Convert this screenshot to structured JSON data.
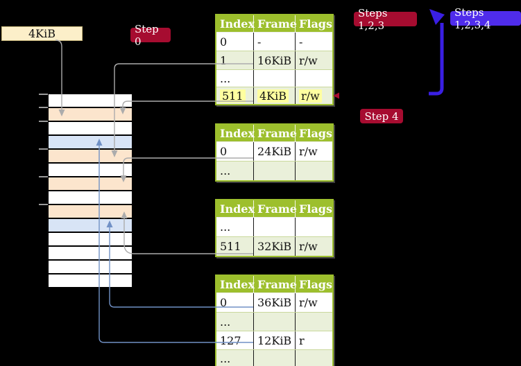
{
  "address_box": {
    "label": "4KiB"
  },
  "badges": {
    "step0": "Step 0",
    "steps123": "Steps 1,2,3",
    "steps1234": "Steps 1,2,3,4",
    "step4": "Step 4"
  },
  "tables": [
    {
      "name": "page-table-at-4KiB",
      "headers": [
        "Index",
        "Frame",
        "Flags"
      ],
      "rows": [
        [
          "0",
          "-",
          "-"
        ],
        [
          "1",
          "16KiB",
          "r/w"
        ],
        [
          "...",
          "",
          ""
        ],
        [
          "511",
          "4KiB",
          "r/w"
        ]
      ],
      "highlighted_row": "511 | 4KiB | r/w"
    },
    {
      "name": "page-table-at-16KiB",
      "headers": [
        "Index",
        "Frame",
        "Flags"
      ],
      "rows": [
        [
          "0",
          "24KiB",
          "r/w"
        ],
        [
          "...",
          "",
          ""
        ]
      ]
    },
    {
      "name": "page-table-at-24KiB",
      "headers": [
        "Index",
        "Frame",
        "Flags"
      ],
      "rows": [
        [
          "...",
          "",
          ""
        ],
        [
          "511",
          "32KiB",
          "r/w"
        ]
      ]
    },
    {
      "name": "page-table-at-32KiB",
      "headers": [
        "Index",
        "Frame",
        "Flags"
      ],
      "rows": [
        [
          "0",
          "36KiB",
          "r/w"
        ],
        [
          "...",
          "",
          ""
        ],
        [
          "127",
          "12KiB",
          "r"
        ],
        [
          "...",
          "",
          ""
        ]
      ]
    }
  ],
  "memory_stack": {
    "rows": [
      "plain",
      "table",
      "plain",
      "mapped",
      "table",
      "plain",
      "table",
      "plain",
      "table",
      "mapped",
      "plain",
      "plain",
      "plain",
      "plain"
    ],
    "legend": {
      "table": "page-table frame (peach)",
      "mapped": "mapped frame (blue)",
      "plain": "empty frame (white)"
    }
  },
  "colors": {
    "background": "#000000",
    "table_header_green": "#9dbf2d",
    "table_alt_row": "#eaf0da",
    "frame_peach": "#fce5cd",
    "frame_blue": "#d8e4f6",
    "connector_gray": "#acacac",
    "connector_blue": "#7191c6",
    "badge_crimson": "#a60c30",
    "badge_blue": "#4f2ceb",
    "big_arrow_blue": "#3a1fe3",
    "highlight_yellow": "#ffffa0",
    "address_box_cream": "#fcefc9"
  }
}
